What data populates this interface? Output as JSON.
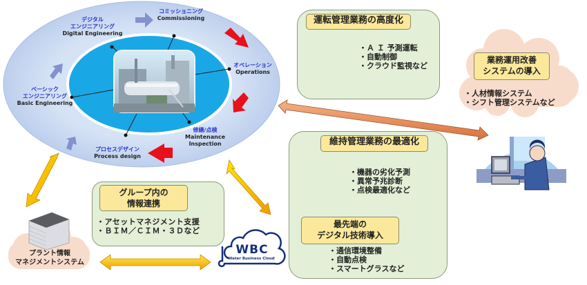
{
  "cycle": {
    "stages": [
      {
        "jp": "デジタル\nエンジニアリング",
        "en": "Digital Engineering"
      },
      {
        "jp": "コミッショニング",
        "en": "Commissioning"
      },
      {
        "jp": "オペレーション",
        "en": "Operations"
      },
      {
        "jp": "修繕/点検",
        "en": "Maintenance\nInspection"
      },
      {
        "jp": "プロセスデザイン",
        "en": "Process design"
      },
      {
        "jp": "ベーシック\nエンジニアリング",
        "en": "Basic Engineering"
      }
    ],
    "center_image": "plant-facility-photo"
  },
  "operation_panel": {
    "title": "運転管理業務の高度化",
    "bullets": [
      "Ａ Ｉ 予測運転",
      "自動制御",
      "クラウド監視など"
    ]
  },
  "business_cloud": {
    "title_line1": "業務運用改善",
    "title_line2": "システムの導入",
    "bullets": [
      "人材情報システム",
      "シフト管理システムなど"
    ]
  },
  "maintenance_panel": {
    "title": "維持管理業務の最適化",
    "bullets": [
      "機器の劣化予測",
      "異常予兆診断",
      "点検最適化など"
    ],
    "sub_title_line1": "最先端の",
    "sub_title_line2": "デジタル技術導入",
    "sub_bullets": [
      "通信環境整備",
      "自動点検",
      "スマートグラスなど"
    ]
  },
  "group_panel": {
    "title_line1": "グループ内の",
    "title_line2": "情報連携",
    "bullets": [
      "アセットマネジメント支援",
      "ＢＩＭ／ＣＩＭ・３Ｄなど"
    ]
  },
  "plant_cloud": {
    "line1": "プラント情報",
    "line2": "マネジメントシステム"
  },
  "wbc": {
    "logo": "WBC",
    "subtitle": "Water Business Cloud"
  },
  "colors": {
    "outer_ring": "#c5d6f0",
    "inner_ellipse": "#1aa7e6",
    "panel_bg": "#e3efd6",
    "title_bg": "#fbe89a",
    "cloud_bg": "#f8dccb",
    "red_arrow": "#e8101a",
    "blue_arrow": "#8590d0",
    "yellow_arrow": "#f5c400",
    "orange_arrow": "#e08a5a",
    "wbc_navy": "#14307a",
    "label_blue": "#2a35c8"
  }
}
